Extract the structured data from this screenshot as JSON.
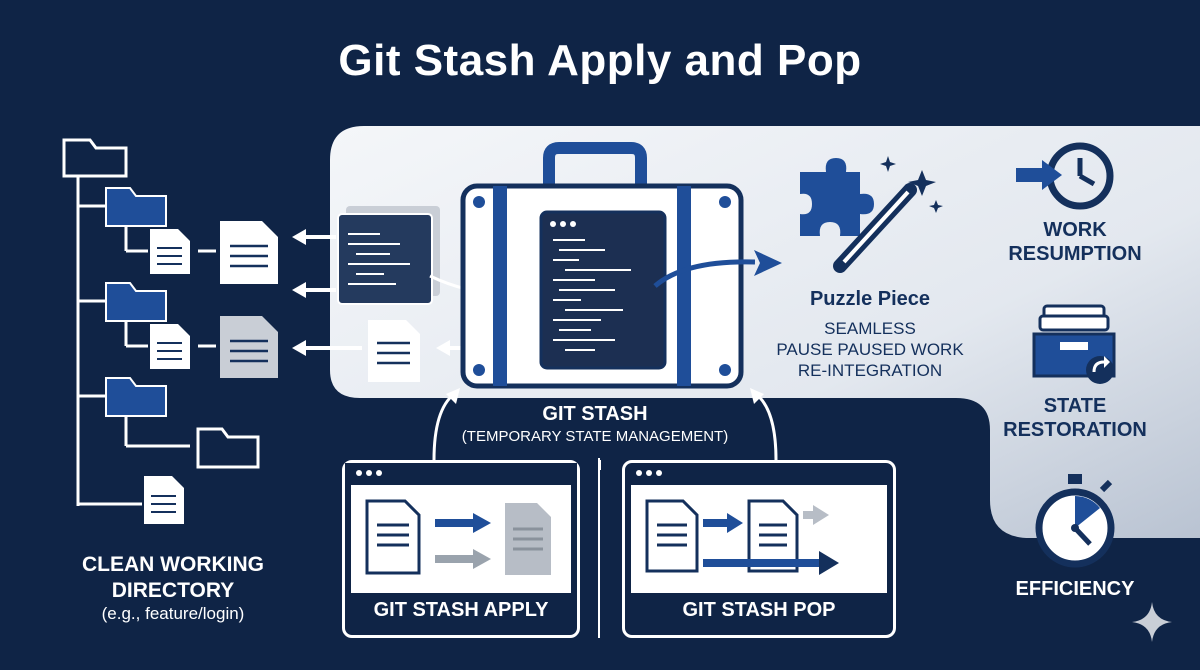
{
  "title": "Git Stash Apply and Pop",
  "left": {
    "heading_line1": "CLEAN WORKING",
    "heading_line2": "DIRECTORY",
    "example": "(e.g., feature/login)"
  },
  "center": {
    "label": "GIT STASH",
    "sublabel": "(TEMPORARY STATE MANAGEMENT)"
  },
  "puzzle": {
    "label": "Puzzle Piece",
    "line1": "SEAMLESS",
    "line2": "PAUSE  PAUSED WORK",
    "line3": "RE-INTEGRATION"
  },
  "apply_panel": {
    "label": "GIT STASH APPLY"
  },
  "pop_panel": {
    "label": "GIT STASH POP"
  },
  "benefits": [
    {
      "label_line1": "WORK",
      "label_line2": "RESUMPTION",
      "icon": "clock-arrow-icon"
    },
    {
      "label_line1": "STATE",
      "label_line2": "RESTORATION",
      "icon": "archive-box-icon"
    },
    {
      "label_line1": "EFFICIENCY",
      "label_line2": "",
      "icon": "stopwatch-icon"
    }
  ],
  "colors": {
    "background": "#0f2446",
    "panel": "#e9edf3",
    "accent_blue": "#1f4e99",
    "navy": "#14305c",
    "gray": "#9aa3ad",
    "white": "#ffffff"
  }
}
